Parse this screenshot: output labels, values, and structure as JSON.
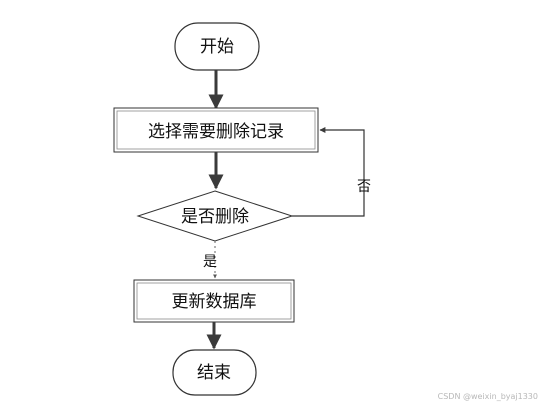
{
  "nodes": {
    "start": "开始",
    "select": "选择需要删除记录",
    "decision": "是否删除",
    "update": "更新数据库",
    "end": "结束"
  },
  "edges": {
    "yes": "是",
    "no": "否"
  },
  "watermark": "CSDN @weixin_byaj1330"
}
